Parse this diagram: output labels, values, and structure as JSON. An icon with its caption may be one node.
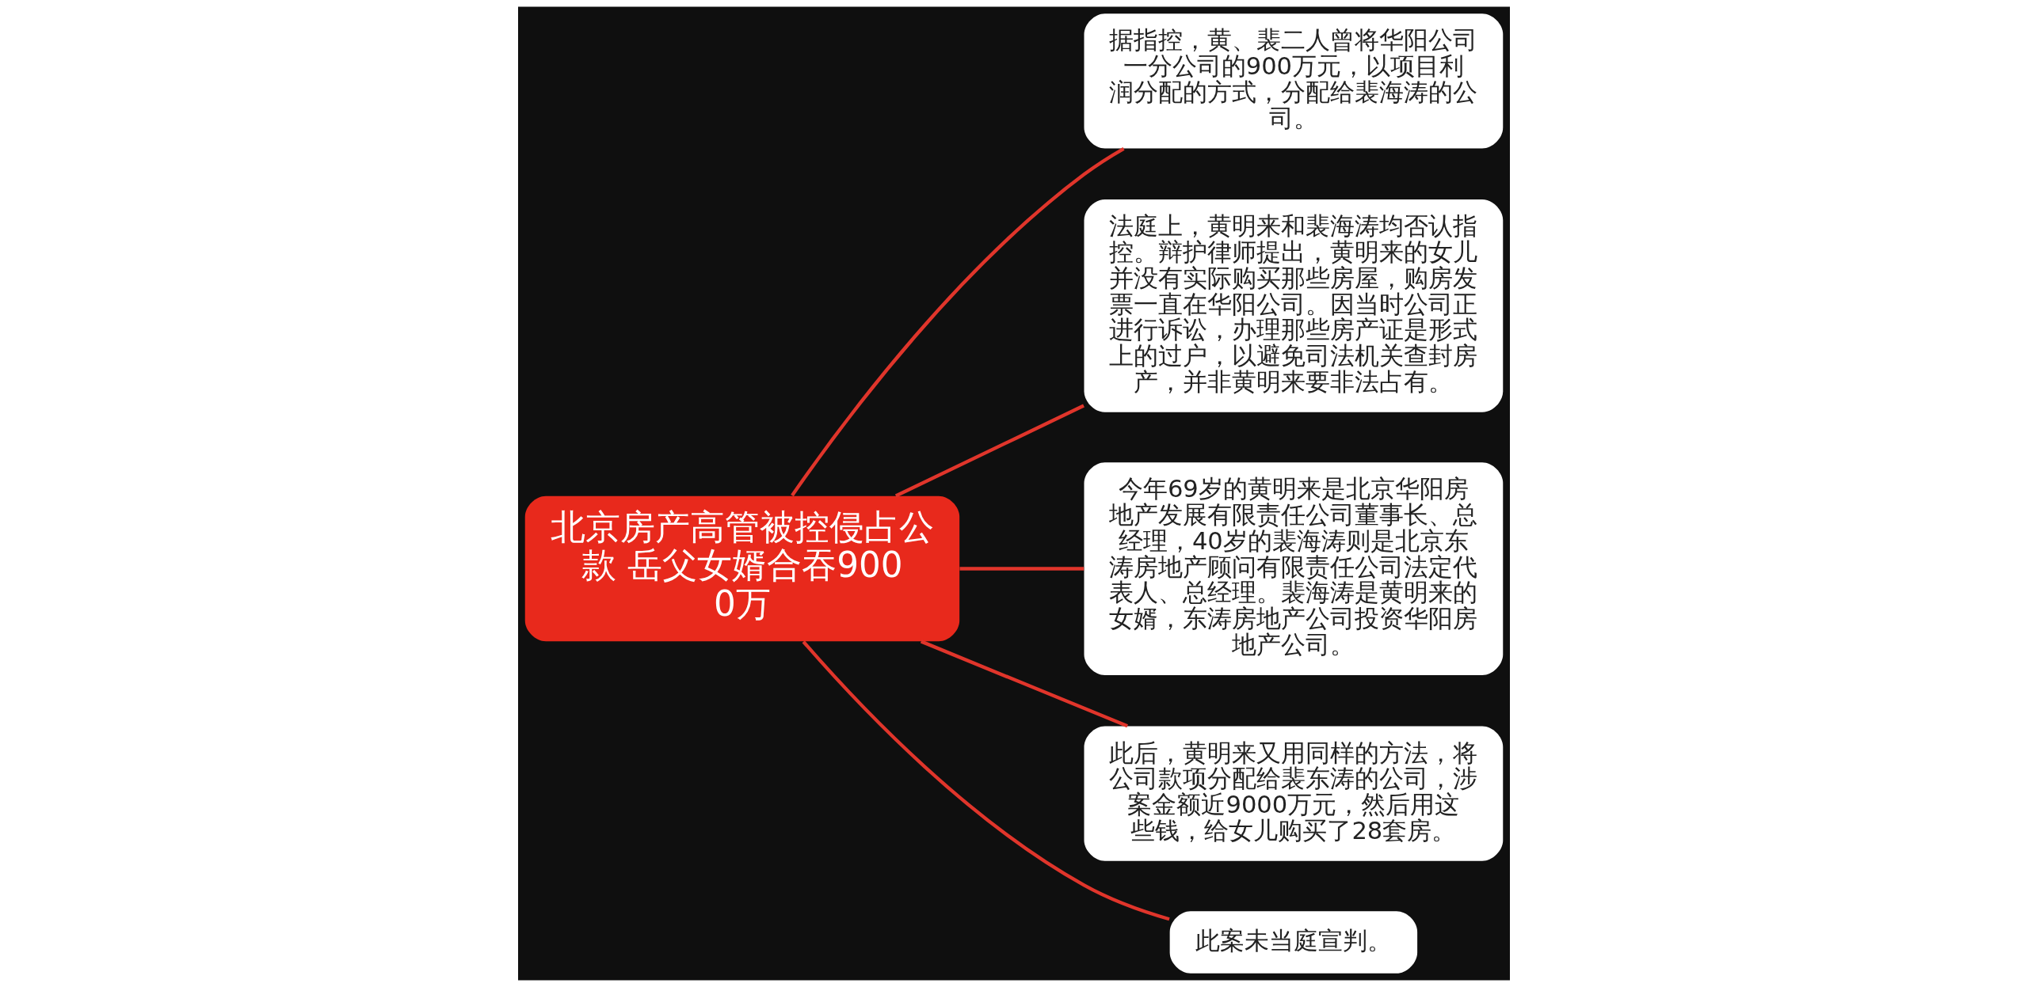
{
  "diagram": {
    "nodes": [
      {
        "text": [
          "北京房产高管被控侵占公款 岳父女婿合吞9000万"
        ]
      },
      {
        "text": [
          "据指控，黄、裴二人曾将华阳公司一分公司的900万元，以项目利润分配的方式，分配给裴海涛的公司。"
        ]
      },
      {
        "text": [
          "法庭上，黄明来和裴海涛均否认指控。辩护律师提出，黄明来的女儿并没有实际购买那些房屋，购房发票一直在华阳公司。因当时公司正进行诉讼，办理那些房产证是形式上的过户，以避免司法机关查封房产，并非黄明来要非法占有。"
        ]
      },
      {
        "text": [
          "今年69岁的黄明来是北京华阳房地产发展有限责任公司董事长、总经理，40岁的裴海涛则是北京东涛房地产顾问有限责任公司法定代表人、总经理。裴海涛是黄明来的女婿，东涛房地产公司投资华阳房地产公司。"
        ]
      },
      {
        "text": [
          "此后，黄明来又用同样的方法，将公司款项分配给裴东涛的公司，涉案金额近9000万元，然后用这些钱，给女儿购买了28套房。"
        ]
      },
      {
        "text": [
          "此案未当庭宣判。"
        ]
      }
    ],
    "edges": [
      {
        "from": 0,
        "to": 1,
        "arrow": "none"
      },
      {
        "from": 0,
        "to": 2,
        "arrow": "none"
      },
      {
        "from": 0,
        "to": 3,
        "arrow": "none"
      },
      {
        "from": 0,
        "to": 4,
        "arrow": "none"
      },
      {
        "from": 0,
        "to": 5,
        "arrow": "none"
      }
    ]
  }
}
